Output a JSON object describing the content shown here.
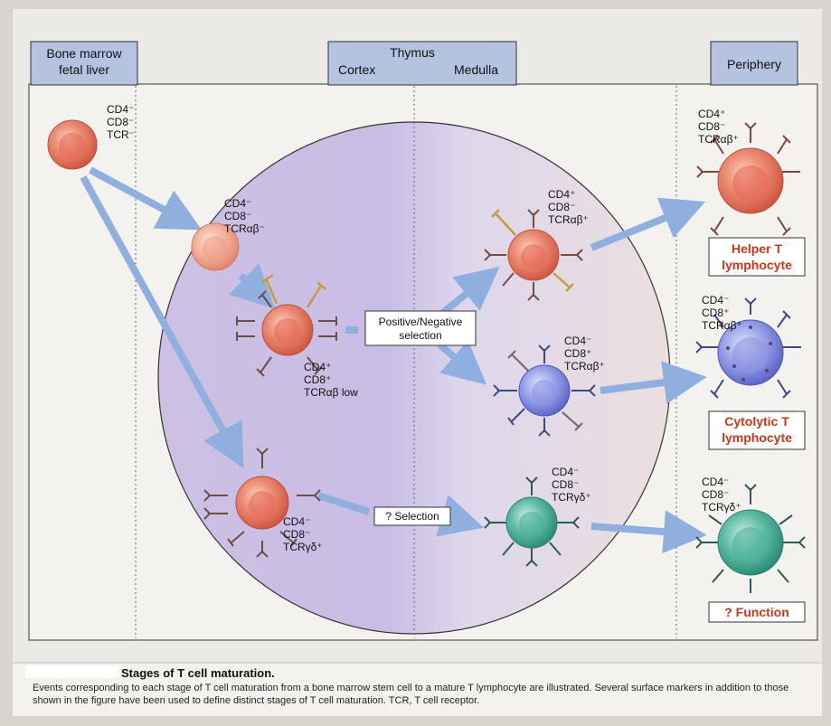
{
  "headers": {
    "bone_marrow": [
      "Bone marrow",
      "fetal liver"
    ],
    "thymus": "Thymus",
    "cortex": "Cortex",
    "medulla": "Medulla",
    "periphery": "Periphery"
  },
  "cells": {
    "stem": [
      "CD4⁻",
      "CD8⁻",
      "TCR⁻"
    ],
    "early_thymocyte": [
      "CD4⁻",
      "CD8⁻",
      "TCRαβ⁻"
    ],
    "double_positive": [
      "CD4⁺",
      "CD8⁺",
      "TCRαβ low"
    ],
    "gd_thymocyte": [
      "CD4⁻",
      "CD8⁻",
      "TCRγδ⁺"
    ],
    "medulla_cd4": [
      "CD4⁺",
      "CD8⁻",
      "TCRαβ⁺"
    ],
    "medulla_cd8": [
      "CD4⁻",
      "CD8⁺",
      "TCRαβ⁺"
    ],
    "medulla_gd": [
      "CD4⁻",
      "CD8⁻",
      "TCRγδ⁺"
    ],
    "helper": [
      "CD4⁺",
      "CD8⁻",
      "TCRαβ⁺"
    ],
    "cytolytic": [
      "CD4⁻",
      "CD8⁺",
      "TCRαβ⁺"
    ],
    "periphery_gd": [
      "CD4⁻",
      "CD8⁻",
      "TCRγδ⁺"
    ]
  },
  "labels": {
    "pos_neg_selection": [
      "Positive/Negative",
      "selection"
    ],
    "q_selection": "? Selection",
    "helper_t": [
      "Helper T",
      "lymphocyte"
    ],
    "cytolytic_t": [
      "Cytolytic T",
      "lymphocyte"
    ],
    "q_function": "? Function"
  },
  "caption": {
    "title": "Stages of T cell maturation.",
    "body": "Events corresponding to each stage of T cell maturation from a bone marrow stem cell to a mature T lymphocyte are illustrated. Several surface markers in addition to those shown in the figure have been used to define distinct stages of T cell maturation. TCR, T cell receptor."
  },
  "colors": {
    "header_box": "#b3c3e0",
    "label_red": "#c8381c",
    "arrow": "#8fb0df",
    "cell_red": "#e4705b",
    "cell_blue": "#7f88df",
    "cell_green": "#3aa58f"
  }
}
